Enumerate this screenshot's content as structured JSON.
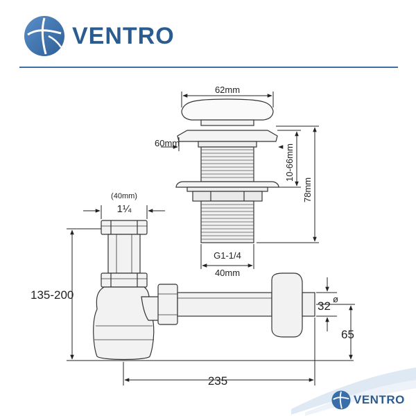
{
  "brand": {
    "name": "VENTRO",
    "footer_name": "VENTRO",
    "color": "#2b5c8f"
  },
  "plug": {
    "cap_width": "62mm",
    "flange_width": "60mm",
    "adjust_range": "10-66mm",
    "total_height": "78mm",
    "thread": "G1-1/4",
    "thread_width": "40mm"
  },
  "siphon": {
    "inlet_mm": "(40mm)",
    "inlet_size": "1¼",
    "height_range": "135-200",
    "outlet_diameter": "32",
    "outlet_diameter_symbol": "ø",
    "outlet_height": "65",
    "length": "235"
  }
}
